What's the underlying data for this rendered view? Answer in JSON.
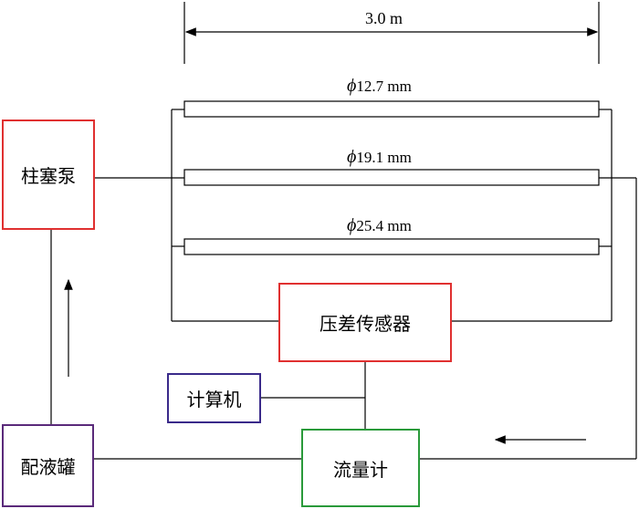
{
  "dimension": {
    "label": "3.0 m"
  },
  "pipes": [
    {
      "symbol": "ϕ",
      "value": "12.7 mm"
    },
    {
      "symbol": "ϕ",
      "value": "19.1 mm"
    },
    {
      "symbol": "ϕ",
      "value": "25.4 mm"
    }
  ],
  "boxes": {
    "pump": "柱塞泵",
    "dp_sensor": "压差传感器",
    "computer": "计算机",
    "tank": "配液罐",
    "flowmeter": "流量计"
  },
  "colors": {
    "pump_border": "#e03030",
    "dp_sensor_border": "#e03030",
    "computer_border": "#3a2a8a",
    "tank_border": "#5a2a7a",
    "flowmeter_border": "#2a9a3a"
  }
}
